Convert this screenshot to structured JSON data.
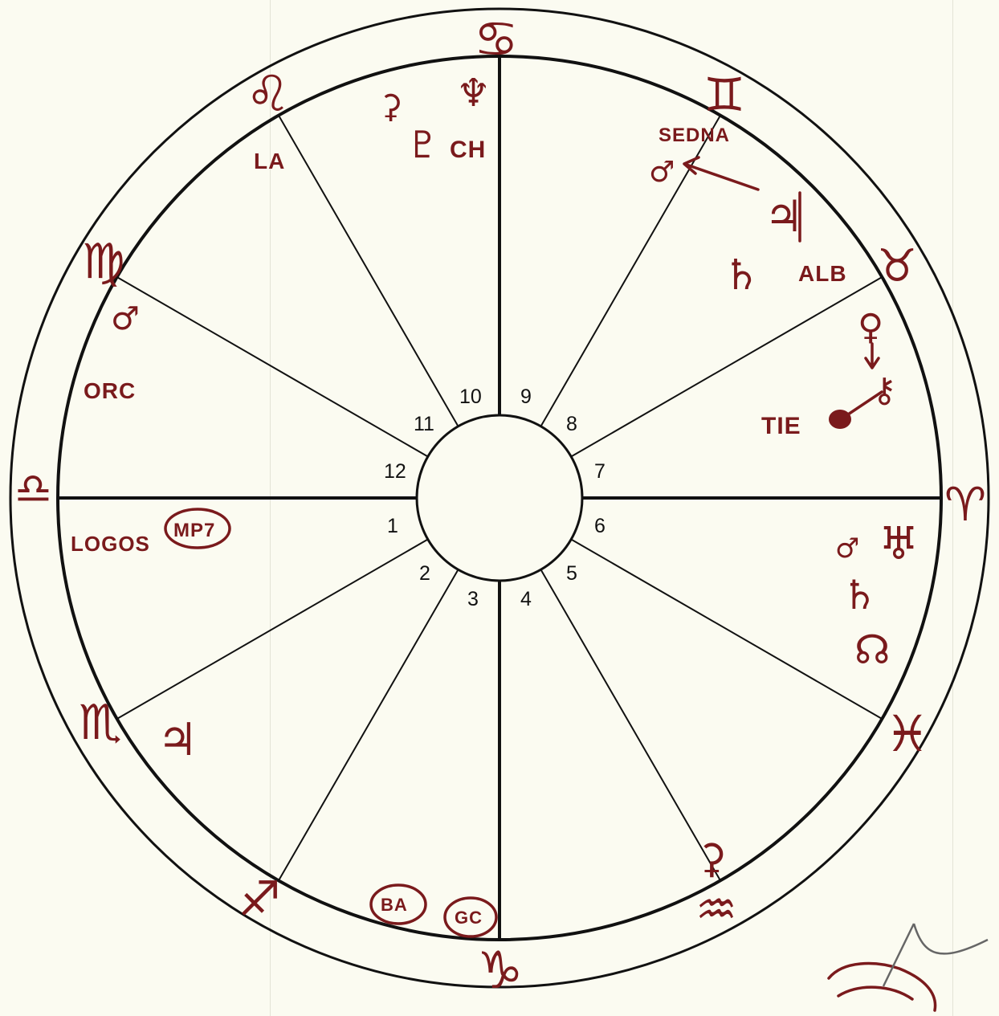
{
  "house_numbers": [
    "1",
    "2",
    "3",
    "4",
    "5",
    "6",
    "7",
    "8",
    "9",
    "10",
    "11",
    "12"
  ],
  "sign_glyphs": {
    "top": "♋",
    "top_right": "♊",
    "right_upper": "♉",
    "right": "♈",
    "right_lower": "♓",
    "bottom_right": "♒",
    "bottom": "♑",
    "bottom_left": "♐",
    "left_lower": "♏",
    "left": "♎",
    "left_upper": "♍",
    "top_left": "♌"
  },
  "planet_glyphs": {
    "neptune": "♆",
    "pluto": "♇",
    "chiron": "⚷",
    "jupiter": "♃",
    "saturn": "♄",
    "mars": "♂",
    "venus": "♀",
    "uranus": "♅",
    "moon_node": "☊",
    "ceres": "⚳"
  },
  "labels": {
    "ch": "CH",
    "sedna": "SEDNA",
    "alb": "ALB",
    "tie": "TIE",
    "orc": "ORC",
    "logos": "LOGOS",
    "mp": "MP7",
    "la": "LA",
    "ba": "BA",
    "gc": "GC"
  },
  "colors": {
    "ink": "#7a1a1c",
    "wheel": "#111111",
    "paper": "#fbfbf1"
  }
}
